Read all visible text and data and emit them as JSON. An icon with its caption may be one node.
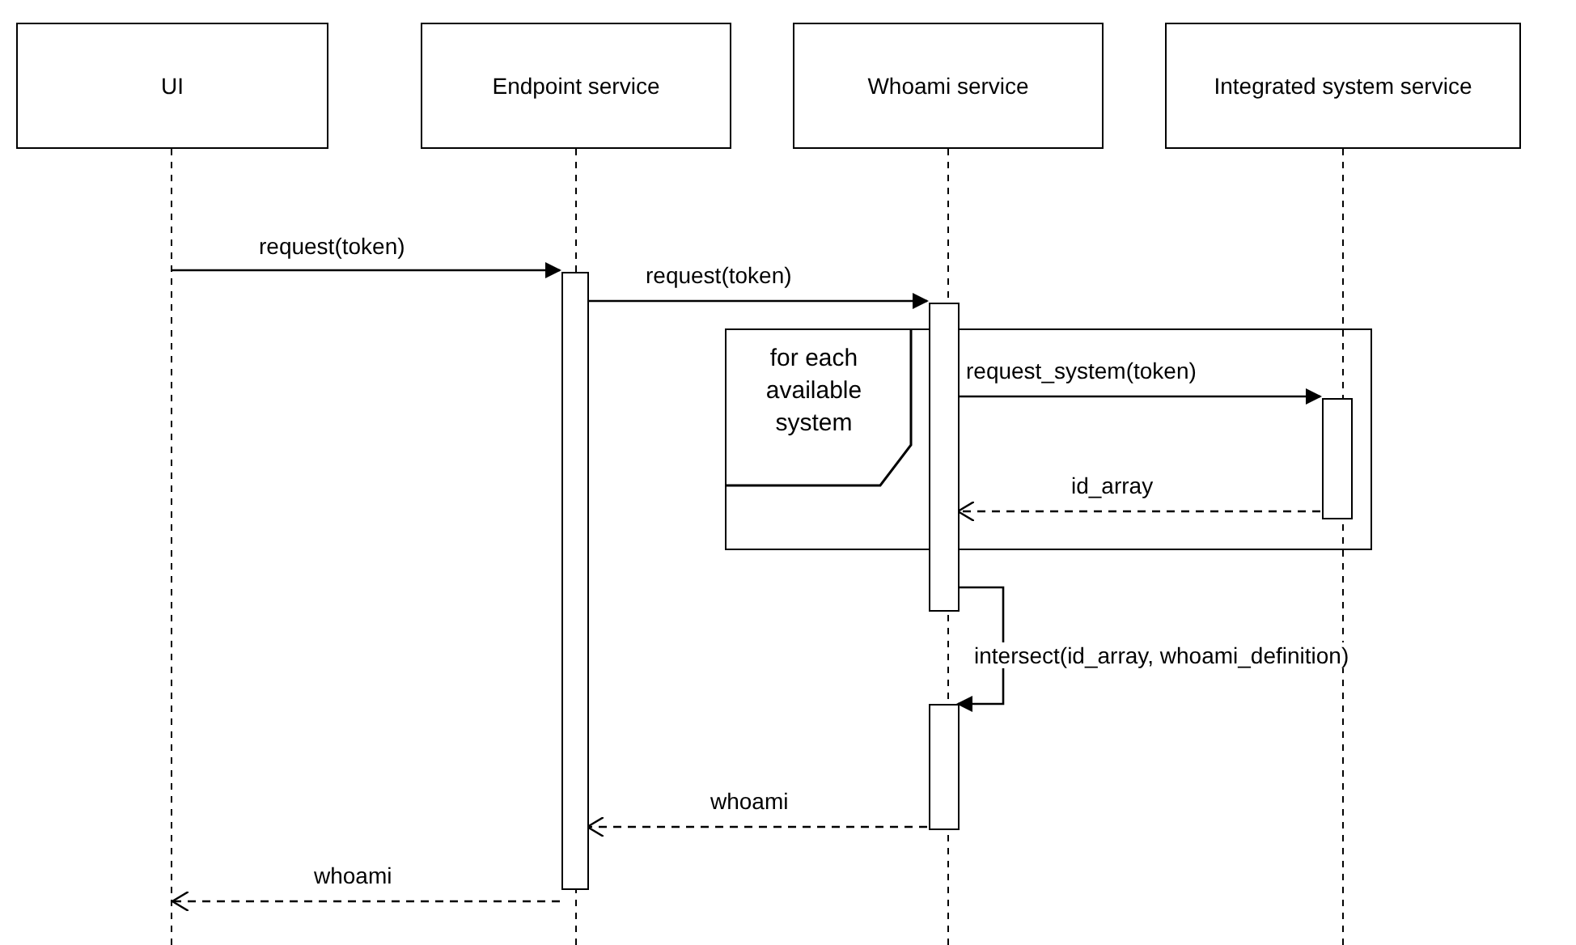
{
  "diagram": {
    "nodes": [
      {
        "text": [
          "UI"
        ]
      },
      {
        "text": [
          "Endpoint service"
        ]
      },
      {
        "text": [
          "Whoami service"
        ]
      },
      {
        "text": [
          "Integrated system service"
        ]
      },
      {
        "text": [
          "for each available system"
        ]
      },
      {
        "text": [],
        "shape": "bar",
        "in": 1
      },
      {
        "text": [],
        "shape": "bar",
        "in": 2
      },
      {
        "text": [],
        "shape": "bar",
        "in": 4
      },
      {
        "text": [],
        "shape": "bar",
        "in": 2
      }
    ],
    "edges": [
      {
        "from": 0,
        "to": 5,
        "arrow": "to",
        "label": "request(token)"
      },
      {
        "from": 5,
        "to": 6,
        "arrow": "to",
        "label": "request(token)"
      },
      {
        "from": 6,
        "to": 7,
        "arrow": "to",
        "label": "request_system(token)"
      },
      {
        "from": 7,
        "to": 6,
        "arrow": "to",
        "label": "id_array",
        "style": "dashed"
      },
      {
        "from": 6,
        "to": 8,
        "arrow": "to",
        "label": "intersect(id_array, whoami_definition)"
      },
      {
        "from": 8,
        "to": 5,
        "arrow": "to",
        "label": "whoami",
        "style": "dashed"
      },
      {
        "from": 5,
        "to": 0,
        "arrow": "to",
        "label": "whoami",
        "style": "dashed"
      }
    ]
  }
}
